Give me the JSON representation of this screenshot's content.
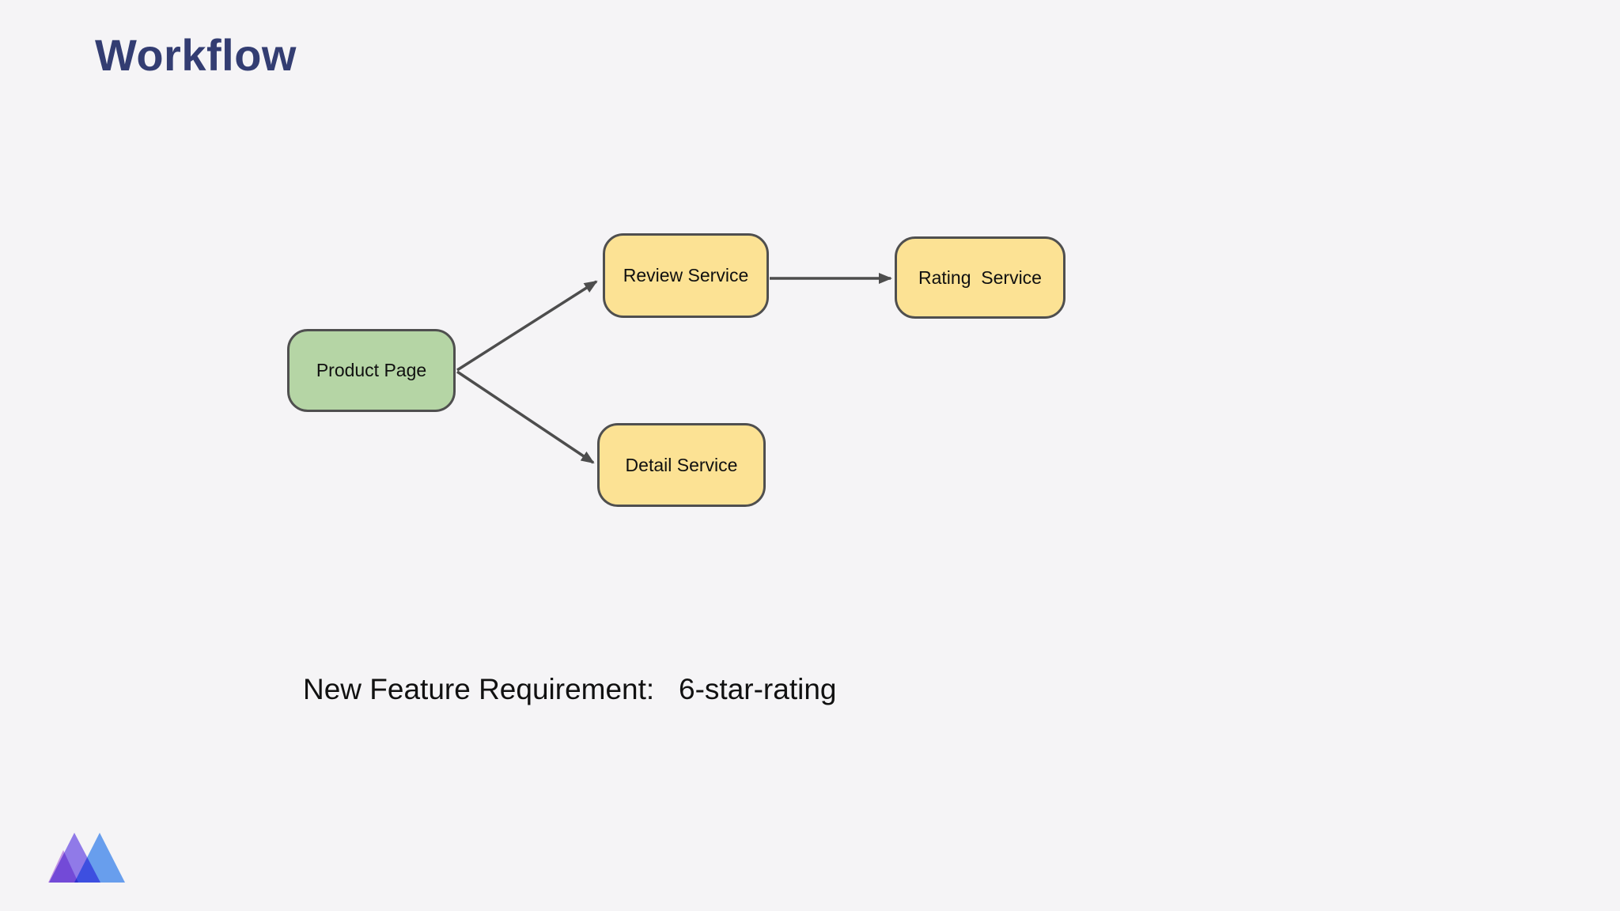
{
  "page": {
    "title": "Workflow",
    "background_color": "#f5f4f6",
    "title_color": "#333d72"
  },
  "diagram": {
    "node_border_color": "#4f4f4f",
    "arrow_color": "#4d4d4d",
    "nodes": {
      "product_page": {
        "label": "Product Page",
        "fill": "#b5d5a5"
      },
      "review_service": {
        "label": "Review Service",
        "fill": "#fce294"
      },
      "rating_service": {
        "label": "Rating  Service",
        "fill": "#fce294"
      },
      "detail_service": {
        "label": "Detail Service",
        "fill": "#fce294"
      }
    },
    "edges": [
      {
        "from": "product_page",
        "to": "review_service"
      },
      {
        "from": "product_page",
        "to": "detail_service"
      },
      {
        "from": "review_service",
        "to": "rating_service"
      }
    ]
  },
  "note": {
    "text": "New Feature Requirement:   6-star-rating"
  },
  "logo": {
    "name": "triangle-mountains-logo",
    "colors": [
      "#c289ea",
      "#8468ef",
      "#5f9df5"
    ]
  }
}
